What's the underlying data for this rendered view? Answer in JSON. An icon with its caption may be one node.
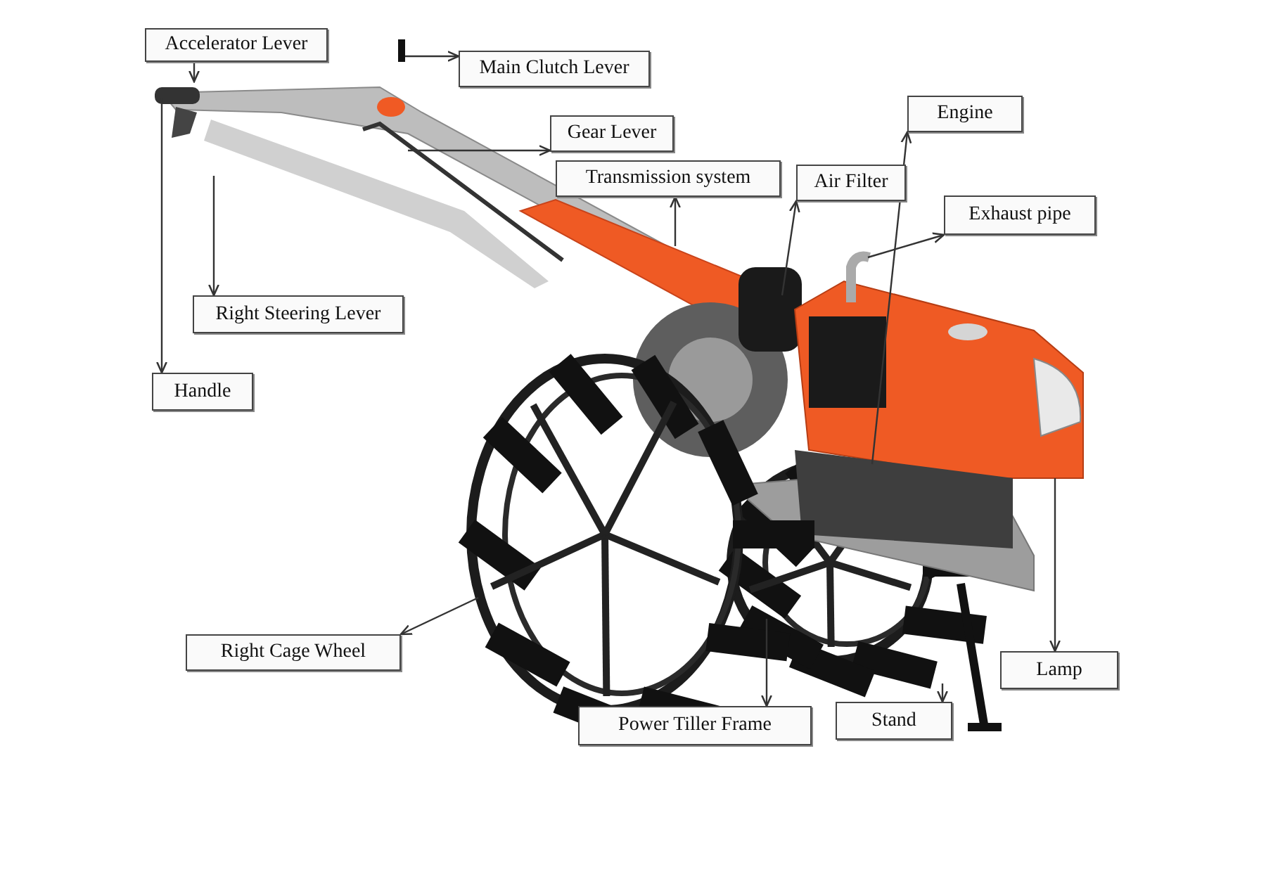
{
  "diagram": {
    "nodes": [
      {
        "text": [
          "Accelerator Lever"
        ]
      },
      {
        "text": [
          "Main Clutch Lever"
        ]
      },
      {
        "text": [
          "Engine"
        ]
      },
      {
        "text": [
          "Gear Lever"
        ]
      },
      {
        "text": [
          "Transmission system"
        ]
      },
      {
        "text": [
          "Air Filter"
        ]
      },
      {
        "text": [
          "Exhaust pipe"
        ]
      },
      {
        "text": [
          "Right Steering Lever"
        ]
      },
      {
        "text": [
          "Handle"
        ]
      },
      {
        "text": [
          "Right Cage Wheel"
        ]
      },
      {
        "text": [
          "Lamp"
        ]
      },
      {
        "text": [
          "Stand"
        ]
      },
      {
        "text": [
          "Power Tiller Frame"
        ]
      }
    ],
    "edges": [
      {
        "from": 0,
        "to": null,
        "arrow": "to"
      },
      {
        "from": null,
        "to": 1,
        "arrow": "to"
      },
      {
        "from": null,
        "to": 2,
        "arrow": "to"
      },
      {
        "from": null,
        "to": 3,
        "arrow": "to"
      },
      {
        "from": null,
        "to": 4,
        "arrow": "to"
      },
      {
        "from": null,
        "to": 5,
        "arrow": "to"
      },
      {
        "from": null,
        "to": 6,
        "arrow": "to"
      },
      {
        "from": null,
        "to": 7,
        "arrow": "to"
      },
      {
        "from": null,
        "to": 8,
        "arrow": "to"
      },
      {
        "from": null,
        "to": 9,
        "arrow": "to"
      },
      {
        "from": null,
        "to": 10,
        "arrow": "to"
      },
      {
        "from": null,
        "to": 11,
        "arrow": "to"
      },
      {
        "from": null,
        "to": 12,
        "arrow": "to"
      }
    ]
  }
}
